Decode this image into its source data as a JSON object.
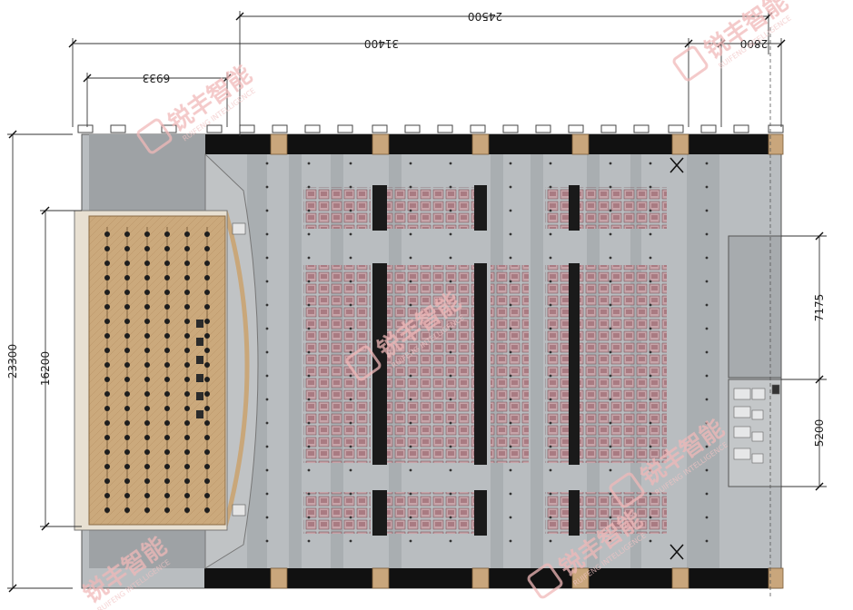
{
  "dimensions": {
    "top_inner": "24500",
    "top_total": "31400",
    "top_right": "2800",
    "top_left": "6933",
    "left_total": "23300",
    "left_stage": "16200",
    "right_upper": "7175",
    "right_lower": "5200"
  },
  "watermark": {
    "brand": "锐丰智能",
    "sub": "RUIFENG INTELLIGENCE"
  },
  "colors": {
    "floor": "#b9bdc0",
    "wall": "#111111",
    "stage": "#c9a77a",
    "seat": "#b98f96",
    "watermark": "#f1b9b9"
  },
  "stage_rows": 6,
  "seat_blocks": 4
}
